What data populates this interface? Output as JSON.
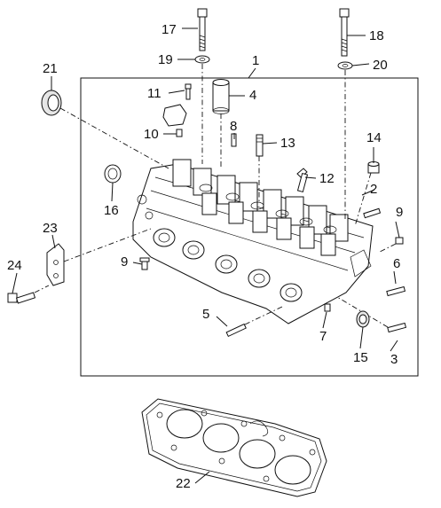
{
  "diagram": {
    "labels": {
      "p1": "1",
      "p2": "2",
      "p3": "3",
      "p4": "4",
      "p5": "5",
      "p6": "6",
      "p7": "7",
      "p8": "8",
      "p9a": "9",
      "p9b": "9",
      "p10": "10",
      "p11": "11",
      "p12": "12",
      "p13": "13",
      "p14": "14",
      "p15": "15",
      "p16": "16",
      "p17": "17",
      "p18": "18",
      "p19": "19",
      "p20": "20",
      "p21": "21",
      "p22": "22",
      "p23": "23",
      "p24": "24"
    }
  }
}
